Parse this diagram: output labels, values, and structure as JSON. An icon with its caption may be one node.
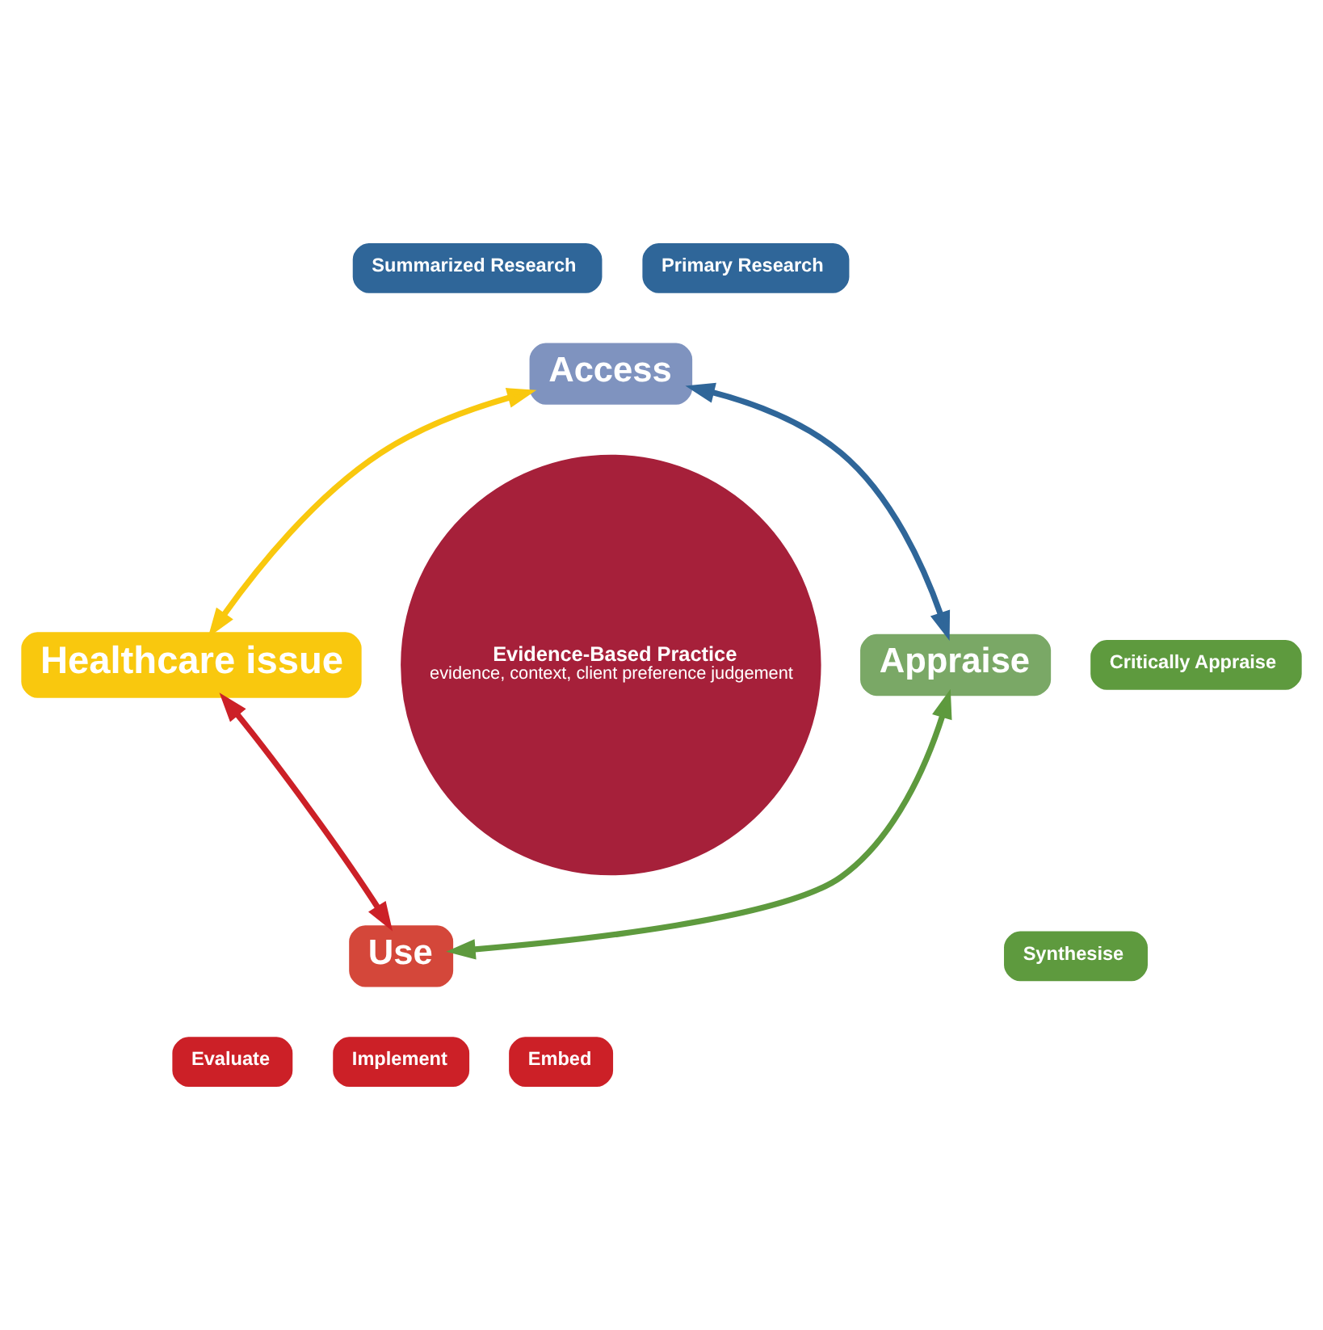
{
  "diagram": {
    "nodes": [
      {
        "text": [
          "Healthcare issue"
        ]
      },
      {
        "text": [
          "Access"
        ]
      },
      {
        "text": [
          "Appraise"
        ]
      },
      {
        "text": [
          "Use"
        ]
      },
      {
        "text": [
          "Evidence-Based Practice",
          "evidence, context, client preference judgement"
        ]
      },
      {
        "text": [
          "Summarized Research"
        ]
      },
      {
        "text": [
          "Primary Research"
        ]
      },
      {
        "text": [
          "Critically Appraise"
        ]
      },
      {
        "text": [
          "Synthesise"
        ]
      },
      {
        "text": [
          "Evaluate"
        ]
      },
      {
        "text": [
          "Implement"
        ]
      },
      {
        "text": [
          "Embed"
        ]
      }
    ],
    "edges": [
      {
        "from": 0,
        "to": 1,
        "arrow": "both",
        "color": "#f9c80e"
      },
      {
        "from": 1,
        "to": 2,
        "arrow": "both",
        "color": "#2f6699"
      },
      {
        "from": 2,
        "to": 3,
        "arrow": "both",
        "color": "#5e9a3e"
      },
      {
        "from": 3,
        "to": 0,
        "arrow": "both",
        "color": "#cc2027"
      }
    ]
  }
}
